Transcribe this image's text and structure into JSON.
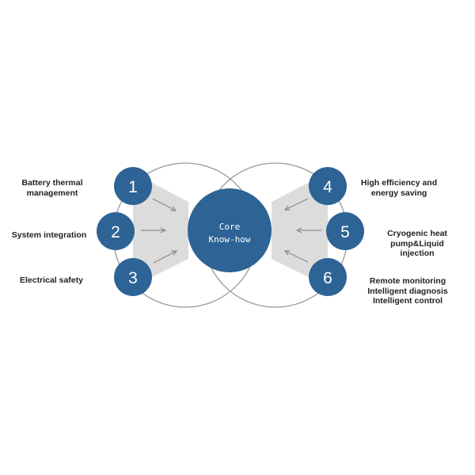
{
  "colors": {
    "node_fill": "#2e6395",
    "ring_stroke": "#9a9a9a",
    "wedge_fill": "#dcdcdc",
    "arrow": "#8c8c8c",
    "text": "#222222",
    "node_text": "#ffffff"
  },
  "core": {
    "line1": "Core",
    "line2": "Know-how"
  },
  "nodes": [
    {
      "number": "1",
      "label_lines": [
        "Battery thermal",
        "management"
      ]
    },
    {
      "number": "2",
      "label_lines": [
        "System integration"
      ]
    },
    {
      "number": "3",
      "label_lines": [
        "Electrical safety"
      ]
    },
    {
      "number": "4",
      "label_lines": [
        "High efficiency and",
        "energy saving"
      ]
    },
    {
      "number": "5",
      "label_lines": [
        "Cryogenic heat",
        "pump&Liquid",
        "injection"
      ]
    },
    {
      "number": "6",
      "label_lines": [
        "Remote monitoring",
        "Intelligent diagnosis",
        "Intelligent control"
      ]
    }
  ]
}
